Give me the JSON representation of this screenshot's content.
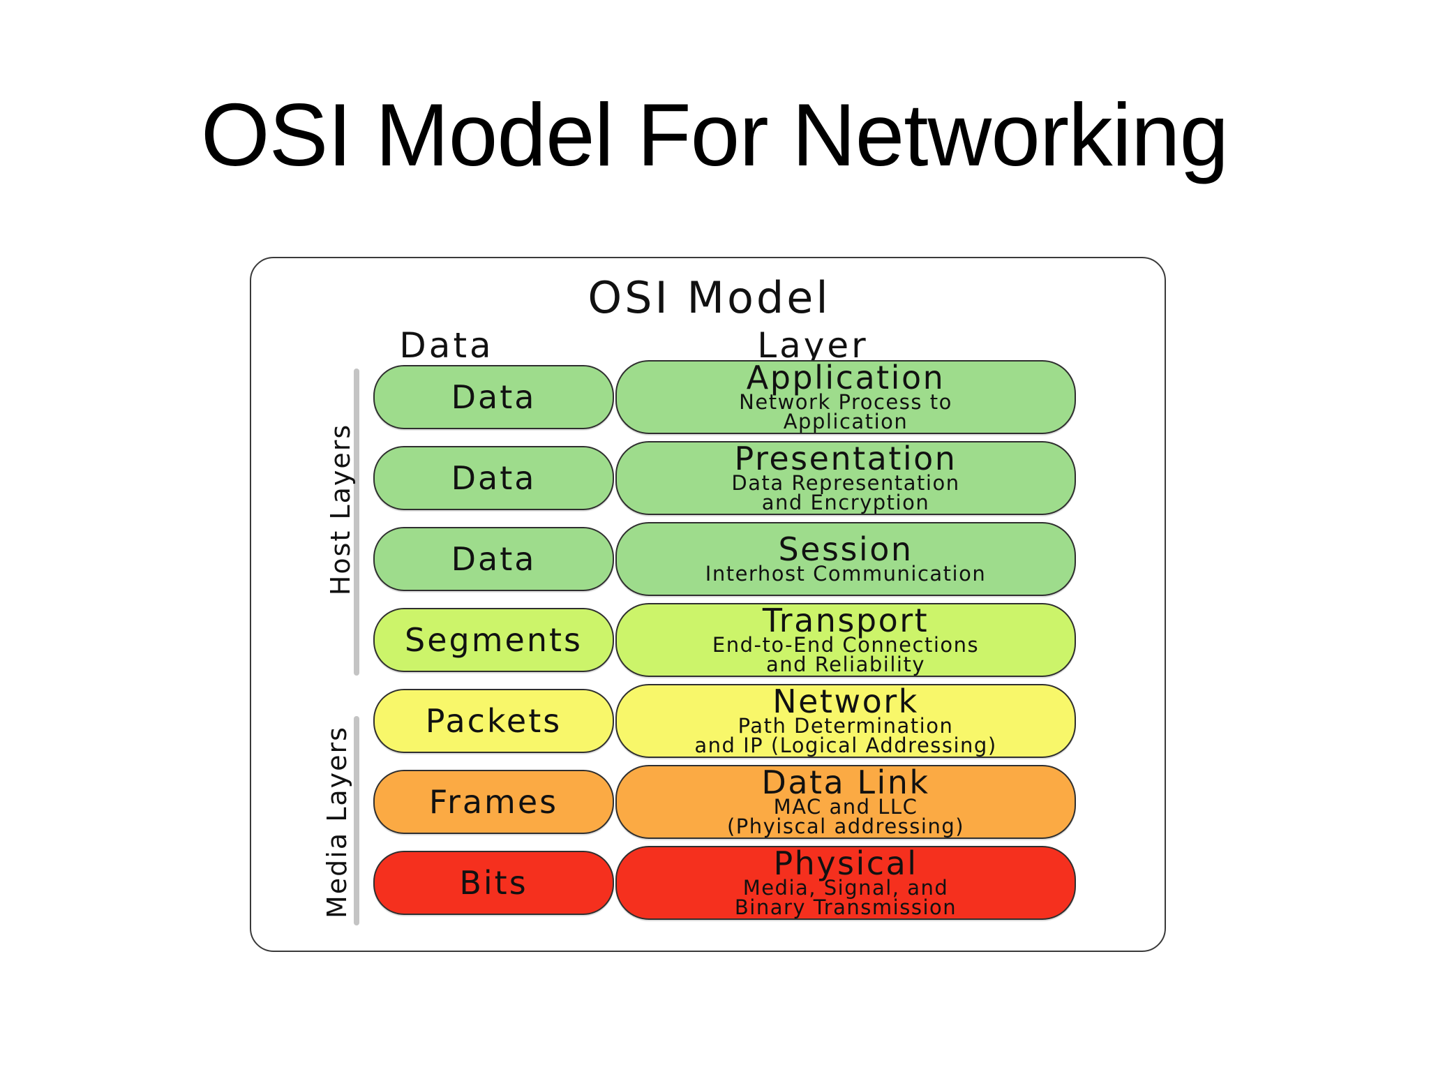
{
  "slide": {
    "title": "OSI Model For Networking"
  },
  "diagram": {
    "title": "OSI Model",
    "col_data_header": "Data",
    "col_layer_header": "Layer",
    "host_label": "Host Layers",
    "media_label": "Media Layers",
    "rows": [
      {
        "data": "Data",
        "name": "Application",
        "desc1": "Network Process to",
        "desc2": "Application",
        "color": "#9edc8c"
      },
      {
        "data": "Data",
        "name": "Presentation",
        "desc1": "Data Representation",
        "desc2": "and Encryption",
        "color": "#9edc8c"
      },
      {
        "data": "Data",
        "name": "Session",
        "desc1": "Interhost Communication",
        "desc2": "",
        "color": "#9edc8c"
      },
      {
        "data": "Segments",
        "name": "Transport",
        "desc1": "End-to-End Connections",
        "desc2": "and Reliability",
        "color": "#ccf46a"
      },
      {
        "data": "Packets",
        "name": "Network",
        "desc1": "Path Determination",
        "desc2": "and IP (Logical Addressing)",
        "color": "#f8f76a"
      },
      {
        "data": "Frames",
        "name": "Data Link",
        "desc1": "MAC and LLC",
        "desc2": "(Phyiscal addressing)",
        "color": "#fbaa44"
      },
      {
        "data": "Bits",
        "name": "Physical",
        "desc1": "Media, Signal, and",
        "desc2": "Binary Transmission",
        "color": "#f5301e"
      }
    ]
  }
}
